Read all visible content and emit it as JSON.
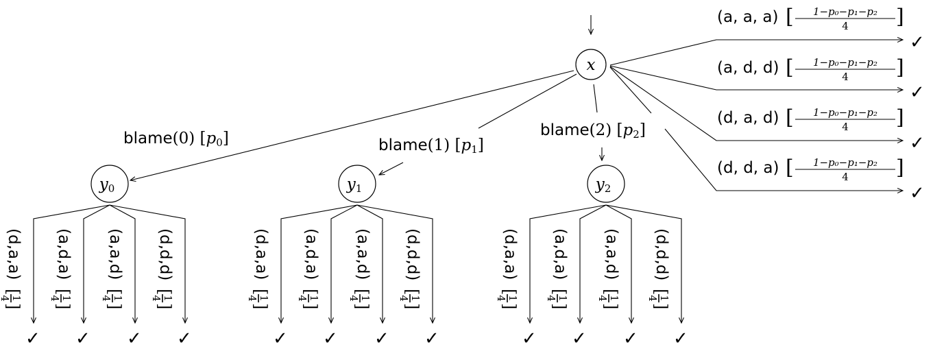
{
  "diagram": {
    "root": {
      "id": "x",
      "label": "x",
      "has_entry_arrow": true
    },
    "blame_branches": [
      {
        "label": "blame",
        "arg": "0",
        "prob": "p",
        "prob_sub": "0",
        "target": "y",
        "target_sub": "0"
      },
      {
        "label": "blame",
        "arg": "1",
        "prob": "p",
        "prob_sub": "1",
        "target": "y",
        "target_sub": "1"
      },
      {
        "label": "blame",
        "arg": "2",
        "prob": "p",
        "prob_sub": "2",
        "target": "y",
        "target_sub": "2"
      }
    ],
    "root_outcomes": [
      {
        "action": "(a, a, a)",
        "prob_numerator": "1−p₀−p₁−p₂",
        "prob_denominator": "4",
        "terminal": "✓"
      },
      {
        "action": "(a, d, d)",
        "prob_numerator": "1−p₀−p₁−p₂",
        "prob_denominator": "4",
        "terminal": "✓"
      },
      {
        "action": "(d, a, d)",
        "prob_numerator": "1−p₀−p₁−p₂",
        "prob_denominator": "4",
        "terminal": "✓"
      },
      {
        "action": "(d, d, a)",
        "prob_numerator": "1−p₀−p₁−p₂",
        "prob_denominator": "4",
        "terminal": "✓"
      }
    ],
    "y_outcomes": [
      {
        "action": "(d,a,a)",
        "prob_numerator": "1",
        "prob_denominator": "4",
        "terminal": "✓"
      },
      {
        "action": "(a,d,a)",
        "prob_numerator": "1",
        "prob_denominator": "4",
        "terminal": "✓"
      },
      {
        "action": "(a,a,d)",
        "prob_numerator": "1",
        "prob_denominator": "4",
        "terminal": "✓"
      },
      {
        "action": "(d,d,d)",
        "prob_numerator": "1",
        "prob_denominator": "4",
        "terminal": "✓"
      }
    ]
  }
}
